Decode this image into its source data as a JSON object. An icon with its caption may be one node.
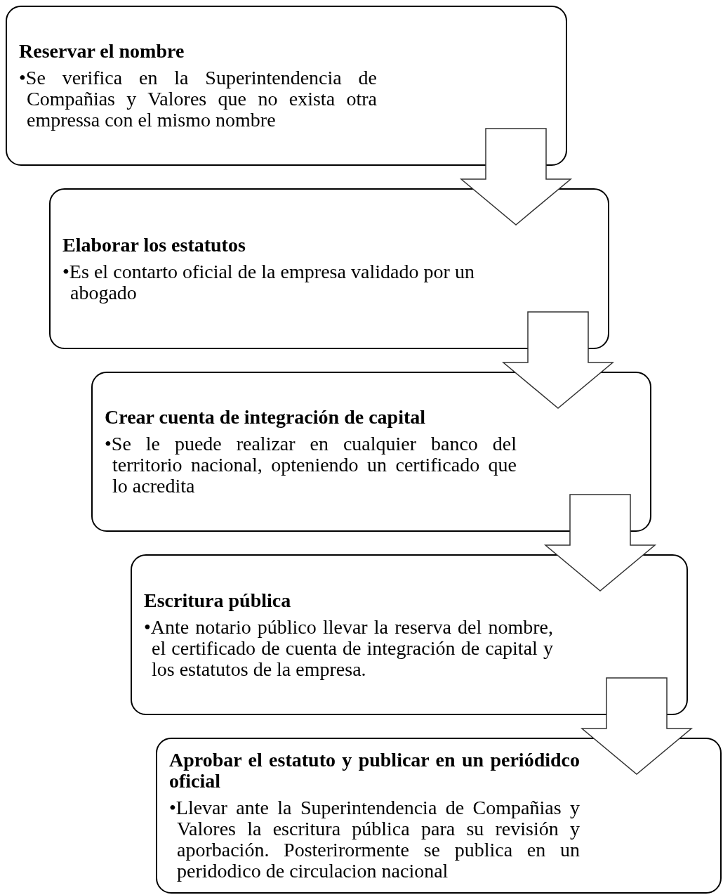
{
  "diagram": {
    "nodes": [
      {
        "text": [
          "Reservar el nombre",
          "•Se verifica en la Superintendencia de Compañias y Valores que no exista otra empressa con el mismo nombre"
        ]
      },
      {
        "text": [
          "Elaborar los estatutos",
          "•Es el contarto oficial de la empresa validado por un abogado"
        ]
      },
      {
        "text": [
          "Crear cuenta de integración de capital",
          "•Se le puede realizar en cualquier banco del territorio nacional, opteniendo un certificado que lo acredita"
        ]
      },
      {
        "text": [
          "Escritura pública",
          "•Ante notario público llevar la reserva del nombre, el certificado de cuenta de integración de capital y los estatutos de la empresa."
        ]
      },
      {
        "text": [
          "Aprobar el estatuto y publicar en un periódidco oficial",
          "•Llevar ante la Superintendencia de Compañias y Valores la escritura pública para su revisión y aporbación. Posterirormente se publica en un peridodico de circulacion nacional"
        ]
      }
    ],
    "edges": [
      {
        "from": 0,
        "to": 1,
        "arrow": "to"
      },
      {
        "from": 1,
        "to": 2,
        "arrow": "to"
      },
      {
        "from": 2,
        "to": 3,
        "arrow": "to"
      },
      {
        "from": 3,
        "to": 4,
        "arrow": "to"
      }
    ]
  }
}
